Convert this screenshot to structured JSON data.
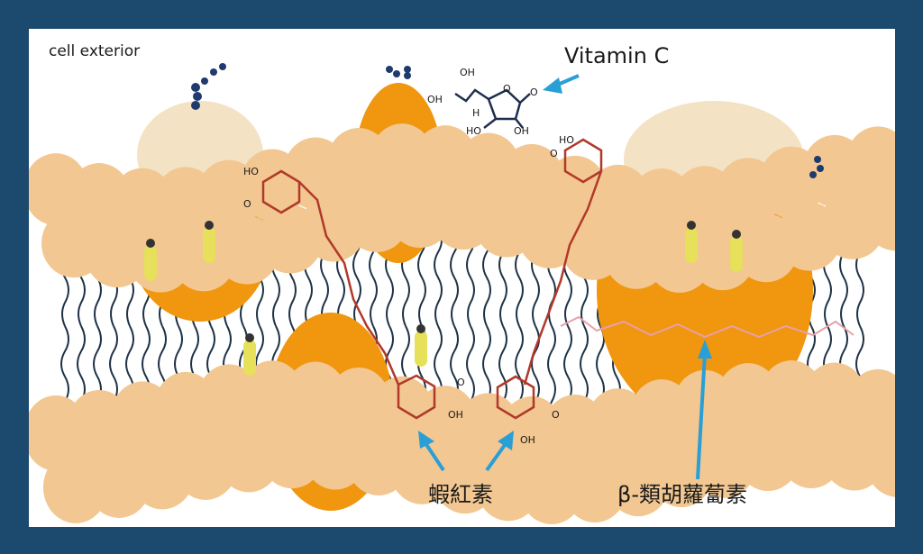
{
  "labels": {
    "cell_exterior": "cell exterior",
    "vitamin_c": "Vitamin C",
    "astaxanthin": "蝦紅素",
    "beta_carotene": "β-類胡蘿蔔素"
  },
  "chem_labels": {
    "vc_oh_top": "OH",
    "vc_oh_left": "OH",
    "vc_h": "H",
    "vc_o_ring": "O",
    "vc_o_keto": "O",
    "vc_ho_bottom": "HO",
    "vc_oh_bottom": "OH",
    "ax1_ho": "HO",
    "ax1_o": "O",
    "ax2_ho": "HO",
    "ax2_o": "O",
    "ax3_o": "O",
    "ax3_oh": "OH",
    "ax4_o": "O",
    "ax4_oh": "OH"
  },
  "colors": {
    "background": "#1b4a6e",
    "head": "#f2c791",
    "protein": "#f0960f",
    "tail": "#1f3347",
    "molecule": "#b0392a",
    "arrow": "#2a9fd6",
    "carotene": "#e8a0a8"
  }
}
